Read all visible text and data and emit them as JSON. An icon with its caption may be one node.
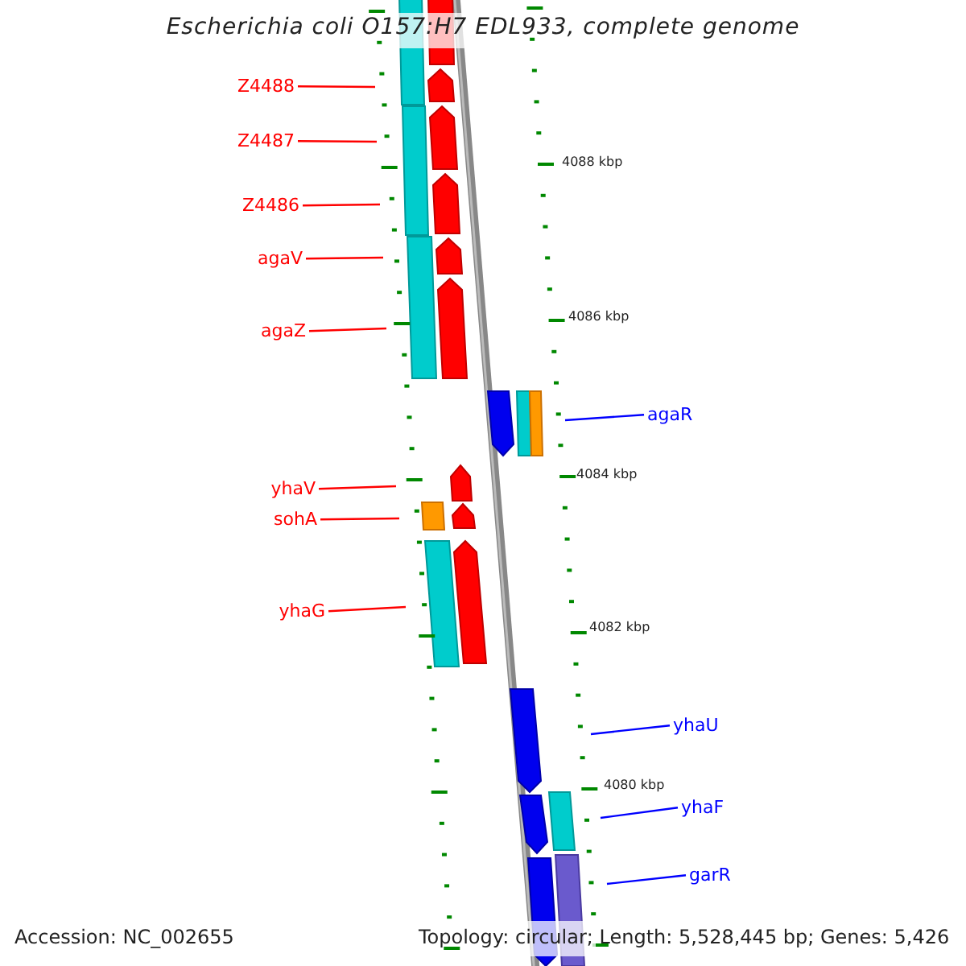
{
  "diagram": {
    "title": "Escherichia coli O157:H7 EDL933, complete genome",
    "nodes": [
      {
        "text": [
          "Z4488"
        ]
      },
      {
        "text": [
          "Z4487"
        ]
      },
      {
        "text": [
          "Z4486"
        ]
      },
      {
        "text": [
          "agaV"
        ]
      },
      {
        "text": [
          "agaZ"
        ]
      },
      {
        "text": [
          "agaR"
        ]
      },
      {
        "text": [
          "yhaV"
        ]
      },
      {
        "text": [
          "sohA"
        ]
      },
      {
        "text": [
          "yhaG"
        ]
      },
      {
        "text": [
          "yhaU"
        ]
      },
      {
        "text": [
          "yhaF"
        ]
      },
      {
        "text": [
          "garR"
        ]
      }
    ],
    "edges": [
      {
        "from": 0,
        "to": null,
        "arrow": "none"
      },
      {
        "from": 1,
        "to": null,
        "arrow": "none"
      },
      {
        "from": 2,
        "to": null,
        "arrow": "none"
      },
      {
        "from": 3,
        "to": null,
        "arrow": "none"
      },
      {
        "from": 4,
        "to": null,
        "arrow": "none"
      },
      {
        "from": 5,
        "to": null,
        "arrow": "none",
        "color": "#0000ff"
      },
      {
        "from": 6,
        "to": null,
        "arrow": "none"
      },
      {
        "from": 7,
        "to": null,
        "arrow": "none"
      },
      {
        "from": 8,
        "to": null,
        "arrow": "none"
      },
      {
        "from": 9,
        "to": null,
        "arrow": "none",
        "color": "#0000ff"
      },
      {
        "from": 10,
        "to": null,
        "arrow": "none",
        "color": "#0000ff"
      },
      {
        "from": 11,
        "to": null,
        "arrow": "none",
        "color": "#0000ff"
      }
    ],
    "labels": [
      "4088 kbp",
      "4086 kbp",
      "4084 kbp",
      "4082 kbp",
      "4080 kbp",
      "Accession: NC_002655",
      "Topology: circular; Length: 5,528,445 bp; Genes: 5,426"
    ]
  }
}
